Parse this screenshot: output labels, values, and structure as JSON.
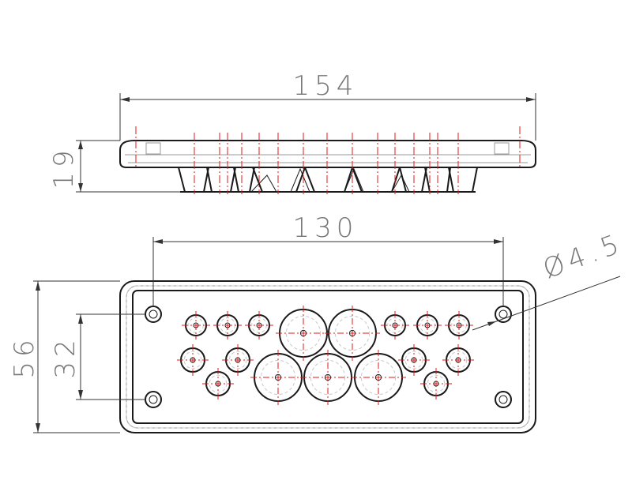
{
  "drawing": {
    "dimensions": {
      "overall_length": "154",
      "side_height": "19",
      "hole_spacing": "130",
      "overall_width": "56",
      "inner_spacing": "32",
      "hole_diameter": "Ø4.5"
    }
  },
  "colors": {
    "outline": "#1a1a1a",
    "centerline": "#e01818",
    "dimension_text": "#777777"
  }
}
